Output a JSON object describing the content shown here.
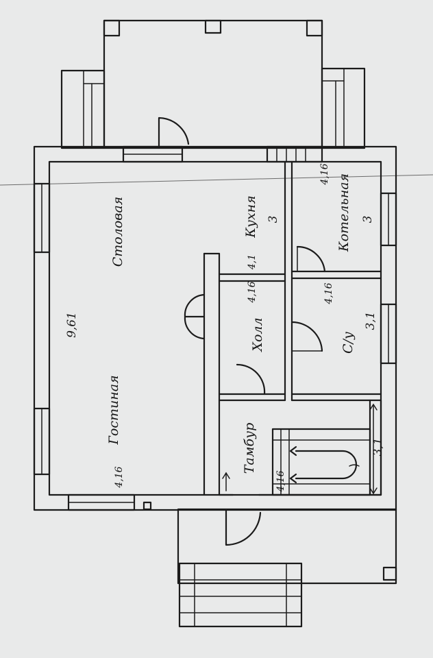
{
  "plan": {
    "rooms": {
      "stolovaya": "Столовая",
      "gostinnaya": "Гостиная",
      "kukhnya": "Кухня",
      "kotelnaya": "Котельная",
      "holl": "Холл",
      "su": "С/у",
      "tambur": "Тамбур"
    },
    "dimensions": {
      "main_length": "9,61",
      "kukhnya_width": "3",
      "kotelnaya_width": "3",
      "su_width": "3,1",
      "tambur_width": "3,1"
    },
    "heights": {
      "gostinnaya": "4,16",
      "kukhnya": "4,1",
      "holl_top": "4,16",
      "kotelnaya": "4,16",
      "su": "4,16",
      "tambur": "4,16"
    }
  }
}
